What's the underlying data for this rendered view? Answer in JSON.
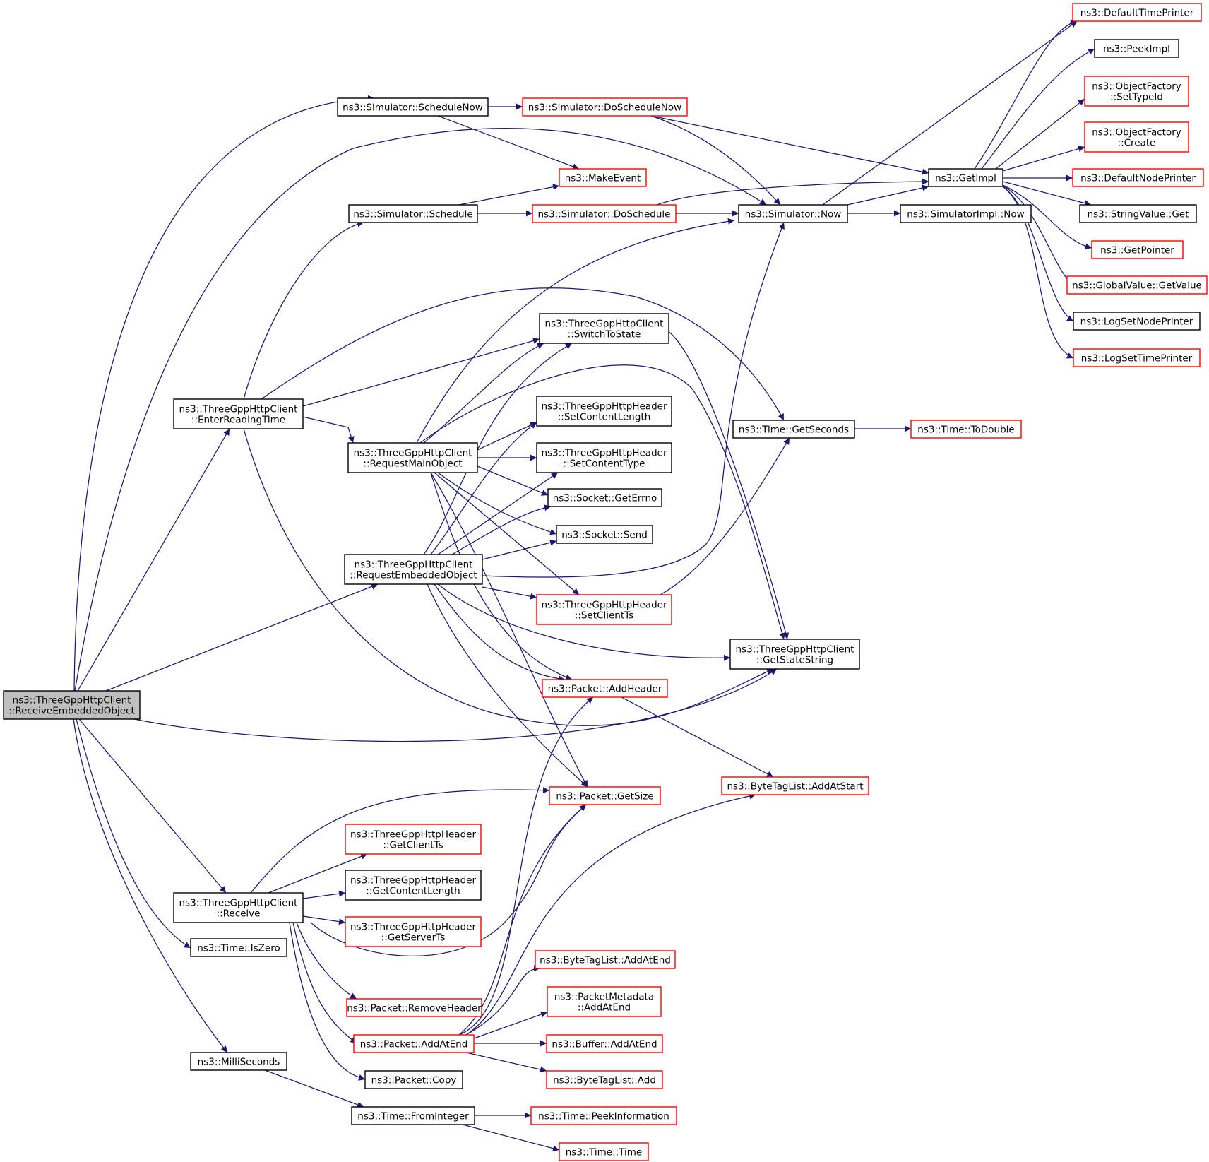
{
  "nodes": {
    "root": [
      "ns3::ThreeGppHttpClient",
      "::ReceiveEmbeddedObject"
    ],
    "scheduleNow": [
      "ns3::Simulator::ScheduleNow"
    ],
    "doScheduleNow": [
      "ns3::Simulator::DoScheduleNow"
    ],
    "makeEvent": [
      "ns3::MakeEvent"
    ],
    "schedule": [
      "ns3::Simulator::Schedule"
    ],
    "doSchedule": [
      "ns3::Simulator::DoSchedule"
    ],
    "simNow": [
      "ns3::Simulator::Now"
    ],
    "implNow": [
      "ns3::SimulatorImpl::Now"
    ],
    "getImpl": [
      "ns3::GetImpl"
    ],
    "defaultTimePrinter": [
      "ns3::DefaultTimePrinter"
    ],
    "peekImpl": [
      "ns3::PeekImpl"
    ],
    "setTypeId": [
      "ns3::ObjectFactory",
      "::SetTypeId"
    ],
    "create": [
      "ns3::ObjectFactory",
      "::Create"
    ],
    "defaultNodePrinter": [
      "ns3::DefaultNodePrinter"
    ],
    "stringGet": [
      "ns3::StringValue::Get"
    ],
    "getPointer": [
      "ns3::GetPointer"
    ],
    "globalGetValue": [
      "ns3::GlobalValue::GetValue"
    ],
    "logSetNodePrinter": [
      "ns3::LogSetNodePrinter"
    ],
    "logSetTimePrinter": [
      "ns3::LogSetTimePrinter"
    ],
    "switchToState": [
      "ns3::ThreeGppHttpClient",
      "::SwitchToState"
    ],
    "enterReadingTime": [
      "ns3::ThreeGppHttpClient",
      "::EnterReadingTime"
    ],
    "setContentLength": [
      "ns3::ThreeGppHttpHeader",
      "::SetContentLength"
    ],
    "requestMainObject": [
      "ns3::ThreeGppHttpClient",
      "::RequestMainObject"
    ],
    "setContentType": [
      "ns3::ThreeGppHttpHeader",
      "::SetContentType"
    ],
    "getSeconds": [
      "ns3::Time::GetSeconds"
    ],
    "toDouble": [
      "ns3::Time::ToDouble"
    ],
    "getErrno": [
      "ns3::Socket::GetErrno"
    ],
    "send": [
      "ns3::Socket::Send"
    ],
    "requestEmbedded": [
      "ns3::ThreeGppHttpClient",
      "::RequestEmbeddedObject"
    ],
    "setClientTs": [
      "ns3::ThreeGppHttpHeader",
      "::SetClientTs"
    ],
    "getStateString": [
      "ns3::ThreeGppHttpClient",
      "::GetStateString"
    ],
    "addHeader": [
      "ns3::Packet::AddHeader"
    ],
    "tagAddAtStart": [
      "ns3::ByteTagList::AddAtStart"
    ],
    "getSize": [
      "ns3::Packet::GetSize"
    ],
    "getClientTs": [
      "ns3::ThreeGppHttpHeader",
      "::GetClientTs"
    ],
    "getContentLength": [
      "ns3::ThreeGppHttpHeader",
      "::GetContentLength"
    ],
    "receive": [
      "ns3::ThreeGppHttpClient",
      "::Receive"
    ],
    "getServerTs": [
      "ns3::ThreeGppHttpHeader",
      "::GetServerTs"
    ],
    "isZero": [
      "ns3::Time::IsZero"
    ],
    "tagAddAtEnd": [
      "ns3::ByteTagList::AddAtEnd"
    ],
    "metaAddAtEnd": [
      "ns3::PacketMetadata",
      "::AddAtEnd"
    ],
    "removeHeader": [
      "ns3::Packet::RemoveHeader"
    ],
    "packetAddAtEnd": [
      "ns3::Packet::AddAtEnd"
    ],
    "bufferAddAtEnd": [
      "ns3::Buffer::AddAtEnd"
    ],
    "milliSeconds": [
      "ns3::MilliSeconds"
    ],
    "packetCopy": [
      "ns3::Packet::Copy"
    ],
    "tagAdd": [
      "ns3::ByteTagList::Add"
    ],
    "fromInteger": [
      "ns3::Time::FromInteger"
    ],
    "peekInformation": [
      "ns3::Time::PeekInformation"
    ],
    "timeTime": [
      "ns3::Time::Time"
    ]
  },
  "colors": {
    "edge": "#191970",
    "documented_border": "#000000",
    "undocumented_border": "#ff0000",
    "root_fill": "#bfbfbf"
  }
}
